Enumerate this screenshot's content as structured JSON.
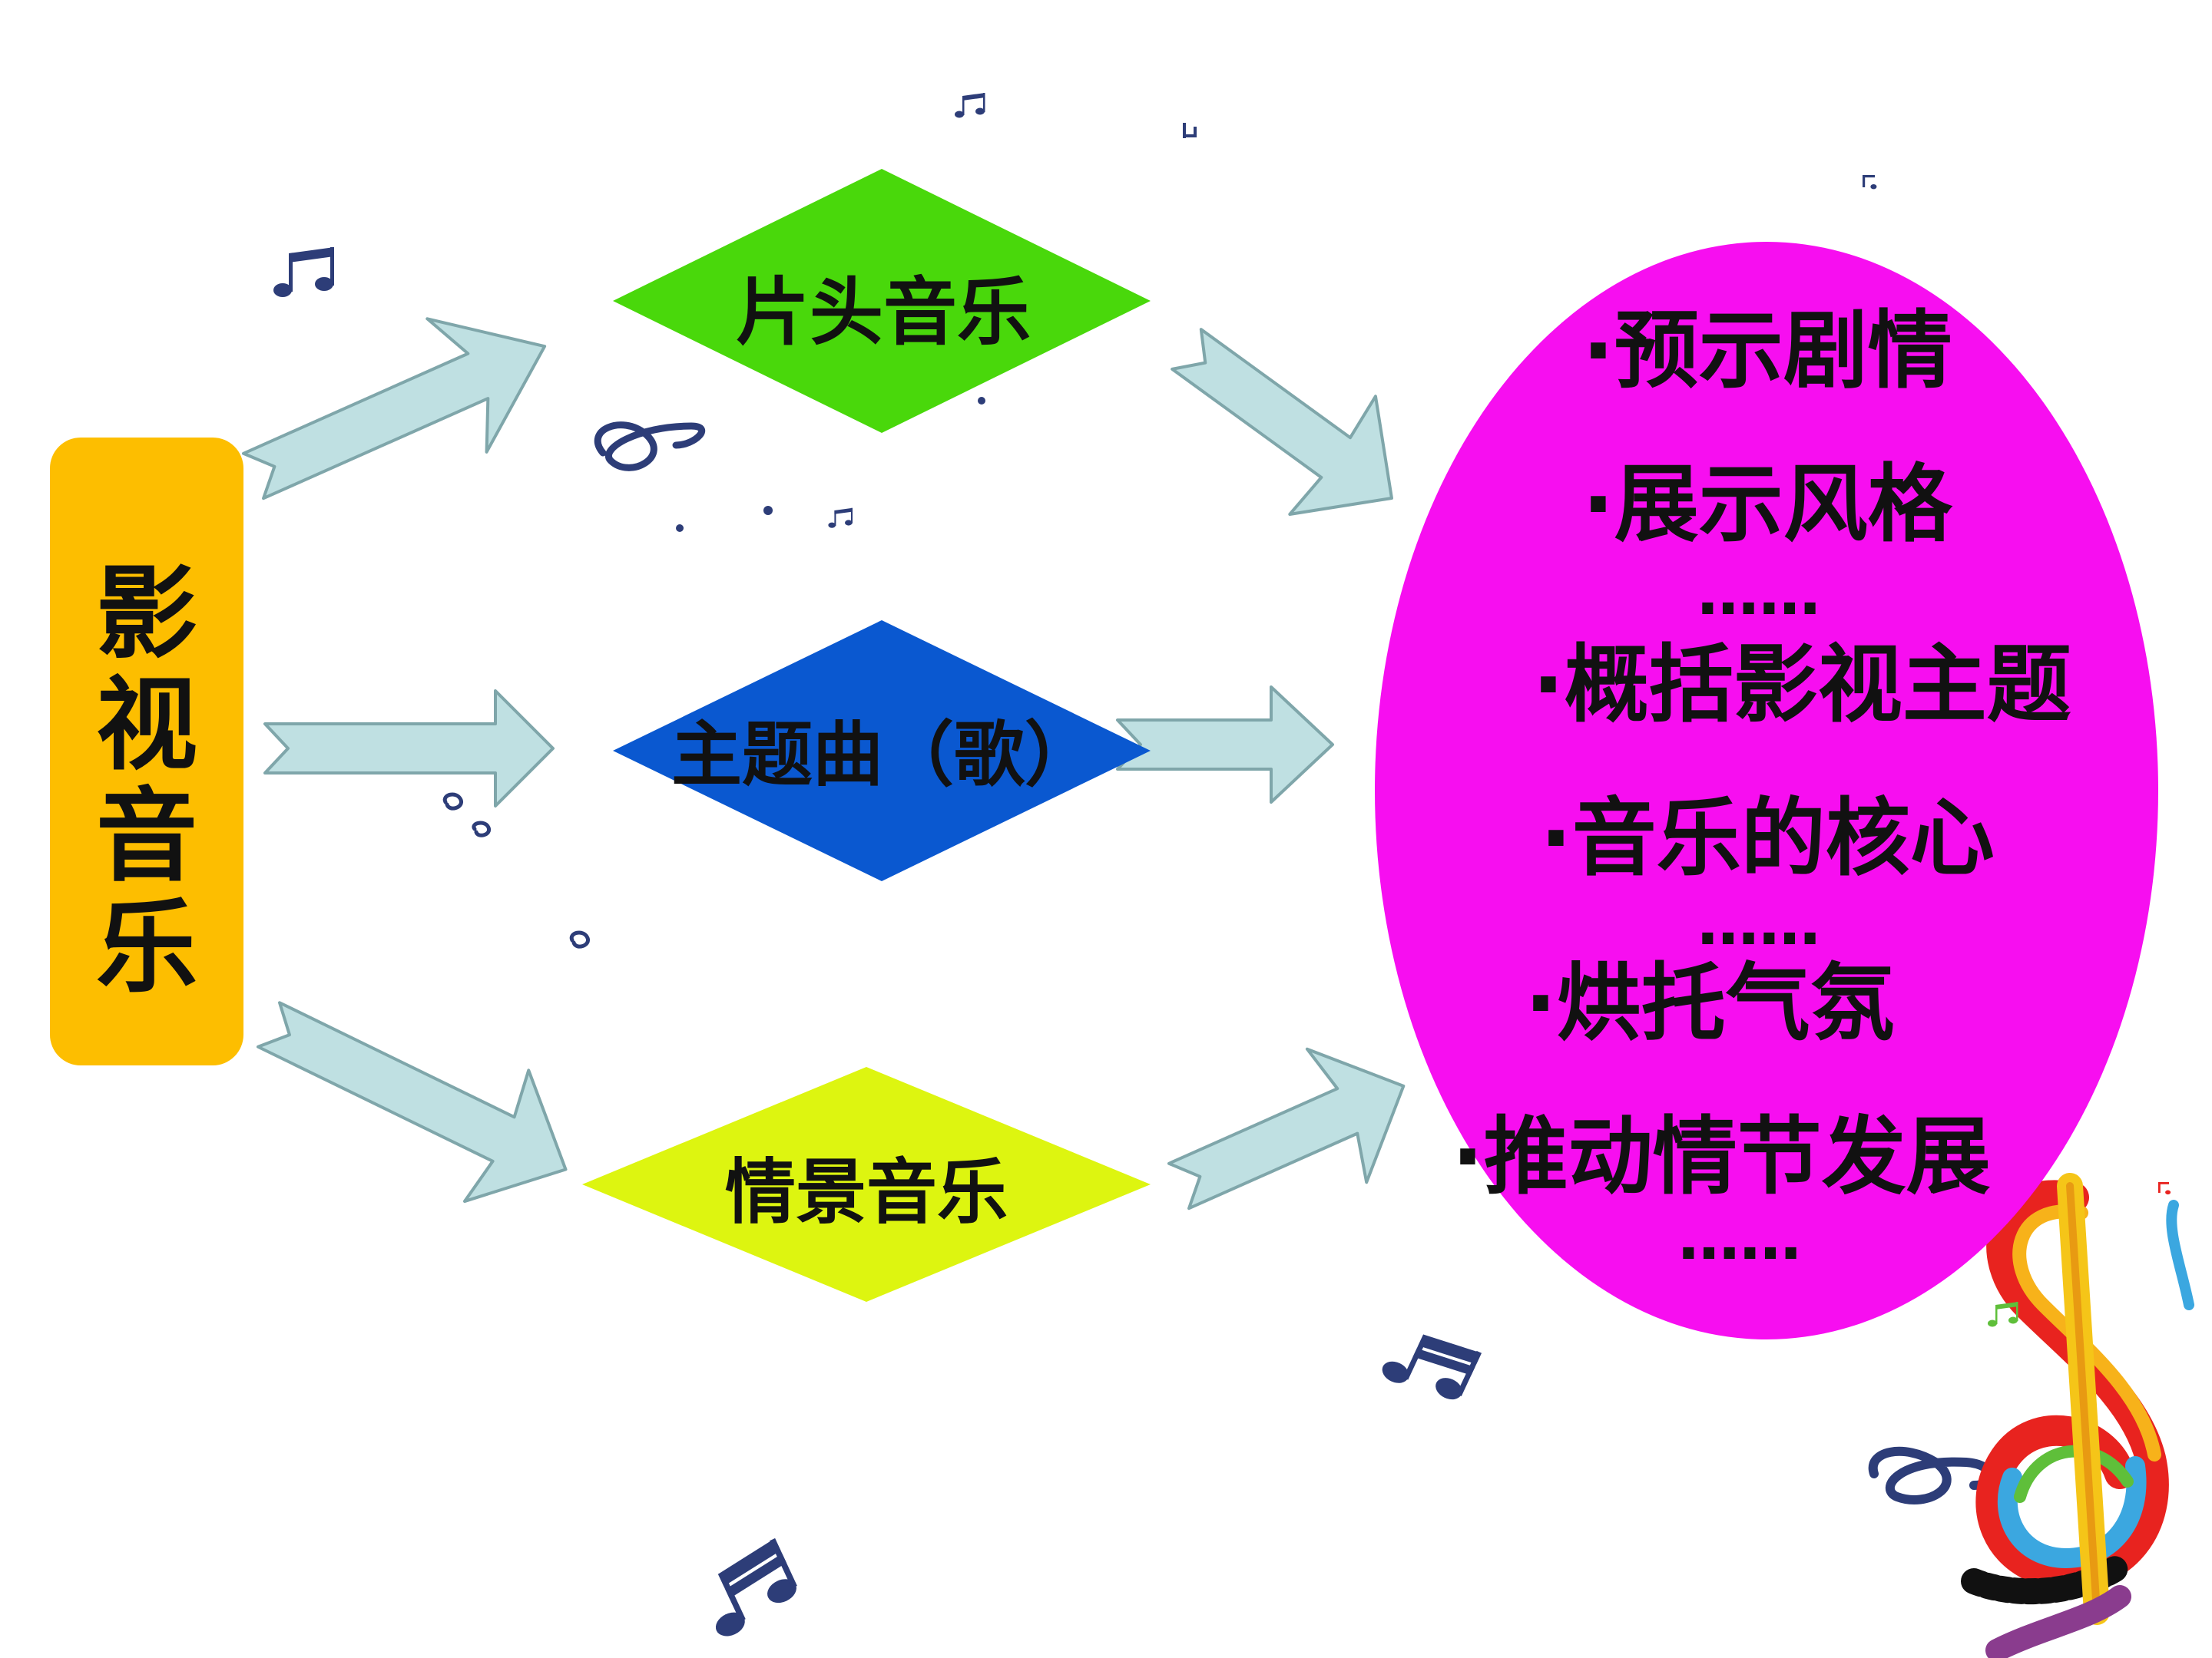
{
  "colors": {
    "source_box": "#FDBE00",
    "arrow_fill": "#BFE0E2",
    "arrow_stroke": "#7FA6AA",
    "diamond_opening": "#49D80B",
    "diamond_theme": "#0A58D0",
    "diamond_scene": "#DDF510",
    "ellipse": "#F70EF0",
    "note_ink": "#2D3D78"
  },
  "diagram": {
    "source_label": "影视音乐",
    "source_chars": [
      "影",
      "视",
      "音",
      "乐"
    ],
    "types": [
      {
        "label": "片头音乐",
        "color_key": "diamond_opening"
      },
      {
        "label": "主题曲（歌）",
        "color_key": "diamond_theme"
      },
      {
        "label": "情景音乐",
        "color_key": "diamond_scene"
      }
    ],
    "functions": [
      "·预示剧情",
      "·展示风格",
      "……",
      "·概括影视主题",
      "·音乐的核心",
      "……",
      "·烘托气氛",
      "·推动情节发展",
      "……"
    ]
  },
  "icons": [
    "music-note-icon",
    "treble-clef-icon",
    "rainbow-treble-clef-icon"
  ]
}
